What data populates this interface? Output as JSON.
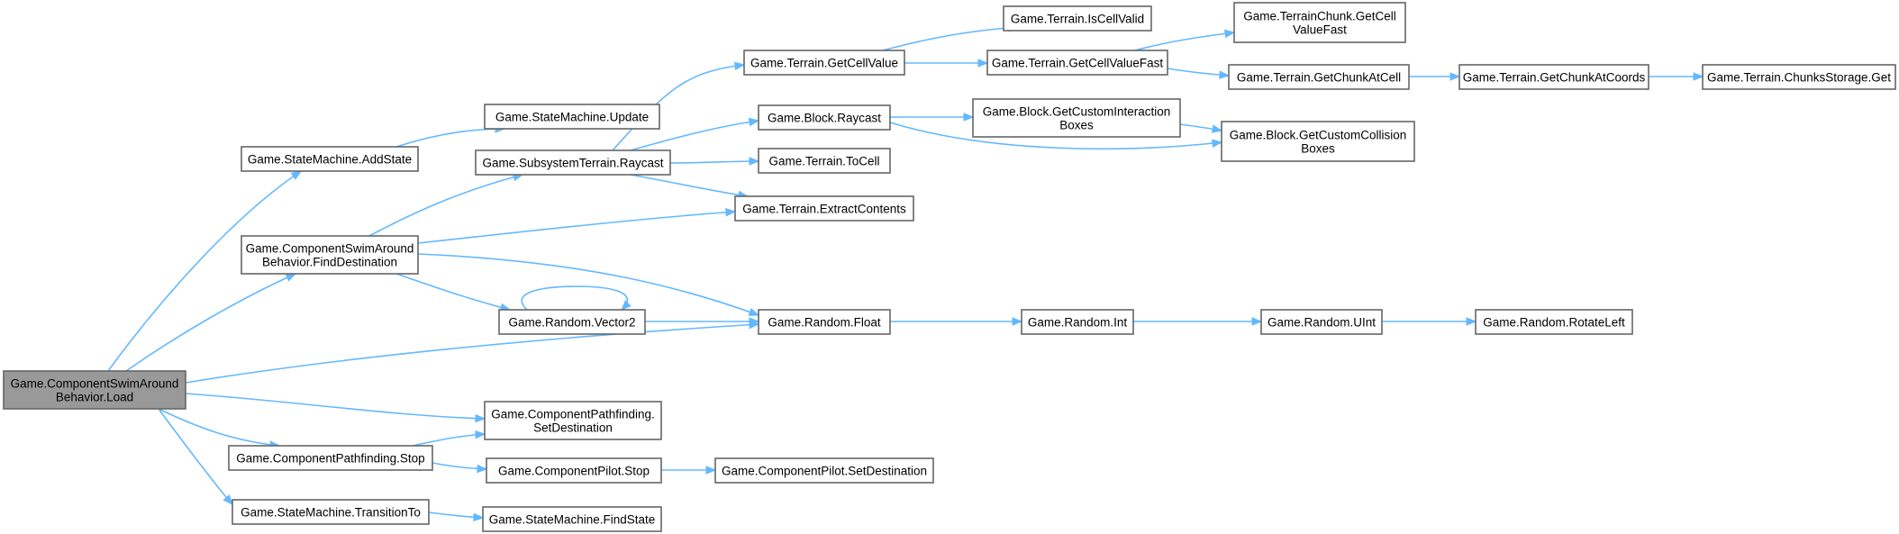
{
  "diagram": {
    "nodes": [
      {
        "id": "swim_load",
        "lines": [
          "Game.ComponentSwimAround",
          "Behavior.Load"
        ]
      },
      {
        "id": "sm_addstate",
        "lines": [
          "Game.StateMachine.AddState"
        ]
      },
      {
        "id": "swim_finddest",
        "lines": [
          "Game.ComponentSwimAround",
          "Behavior.FindDestination"
        ]
      },
      {
        "id": "pf_stop",
        "lines": [
          "Game.ComponentPathfinding.Stop"
        ]
      },
      {
        "id": "sm_transitionto",
        "lines": [
          "Game.StateMachine.TransitionTo"
        ]
      },
      {
        "id": "sm_update",
        "lines": [
          "Game.StateMachine.Update"
        ]
      },
      {
        "id": "st_raycast",
        "lines": [
          "Game.SubsystemTerrain.Raycast"
        ]
      },
      {
        "id": "rnd_vector2",
        "lines": [
          "Game.Random.Vector2"
        ]
      },
      {
        "id": "pf_setdest",
        "lines": [
          "Game.ComponentPathfinding.",
          "SetDestination"
        ]
      },
      {
        "id": "pilot_stop",
        "lines": [
          "Game.ComponentPilot.Stop"
        ]
      },
      {
        "id": "sm_findstate",
        "lines": [
          "Game.StateMachine.FindState"
        ]
      },
      {
        "id": "t_getcellvalue",
        "lines": [
          "Game.Terrain.GetCellValue"
        ]
      },
      {
        "id": "b_raycast",
        "lines": [
          "Game.Block.Raycast"
        ]
      },
      {
        "id": "t_tocell",
        "lines": [
          "Game.Terrain.ToCell"
        ]
      },
      {
        "id": "t_extract",
        "lines": [
          "Game.Terrain.ExtractContents"
        ]
      },
      {
        "id": "rnd_float",
        "lines": [
          "Game.Random.Float"
        ]
      },
      {
        "id": "pilot_setdest",
        "lines": [
          "Game.ComponentPilot.SetDestination"
        ]
      },
      {
        "id": "t_iscellvalid",
        "lines": [
          "Game.Terrain.IsCellValid"
        ]
      },
      {
        "id": "t_getcellvaluefast",
        "lines": [
          "Game.Terrain.GetCellValueFast"
        ]
      },
      {
        "id": "b_getcustominteraction",
        "lines": [
          "Game.Block.GetCustomInteraction",
          "Boxes"
        ]
      },
      {
        "id": "rnd_int",
        "lines": [
          "Game.Random.Int"
        ]
      },
      {
        "id": "tc_getcellvaluefast",
        "lines": [
          "Game.TerrainChunk.GetCell",
          "ValueFast"
        ]
      },
      {
        "id": "t_getchunkatcell",
        "lines": [
          "Game.Terrain.GetChunkAtCell"
        ]
      },
      {
        "id": "b_getcustomcollision",
        "lines": [
          "Game.Block.GetCustomCollision",
          "Boxes"
        ]
      },
      {
        "id": "rnd_uint",
        "lines": [
          "Game.Random.UInt"
        ]
      },
      {
        "id": "t_getchunkatcoords",
        "lines": [
          "Game.Terrain.GetChunkAtCoords"
        ]
      },
      {
        "id": "rnd_rotateleft",
        "lines": [
          "Game.Random.RotateLeft"
        ]
      },
      {
        "id": "t_chunksstorage_get",
        "lines": [
          "Game.Terrain.ChunksStorage.Get"
        ]
      }
    ],
    "edges": [
      {
        "from": "swim_load",
        "to": "sm_addstate"
      },
      {
        "from": "swim_load",
        "to": "swim_finddest"
      },
      {
        "from": "swim_load",
        "to": "rnd_float"
      },
      {
        "from": "swim_load",
        "to": "pf_setdest"
      },
      {
        "from": "swim_load",
        "to": "pf_stop"
      },
      {
        "from": "swim_load",
        "to": "sm_transitionto"
      },
      {
        "from": "sm_addstate",
        "to": "sm_update"
      },
      {
        "from": "swim_finddest",
        "to": "st_raycast"
      },
      {
        "from": "swim_finddest",
        "to": "t_extract"
      },
      {
        "from": "swim_finddest",
        "to": "rnd_float"
      },
      {
        "from": "swim_finddest",
        "to": "rnd_vector2"
      },
      {
        "from": "st_raycast",
        "to": "t_getcellvalue"
      },
      {
        "from": "st_raycast",
        "to": "b_raycast"
      },
      {
        "from": "st_raycast",
        "to": "t_tocell"
      },
      {
        "from": "st_raycast",
        "to": "t_extract"
      },
      {
        "from": "rnd_vector2",
        "to": "rnd_vector2"
      },
      {
        "from": "rnd_vector2",
        "to": "rnd_float"
      },
      {
        "from": "pf_stop",
        "to": "pf_setdest"
      },
      {
        "from": "pf_stop",
        "to": "pilot_stop"
      },
      {
        "from": "pilot_stop",
        "to": "pilot_setdest"
      },
      {
        "from": "sm_transitionto",
        "to": "sm_findstate"
      },
      {
        "from": "t_getcellvalue",
        "to": "t_iscellvalid"
      },
      {
        "from": "t_getcellvalue",
        "to": "t_getcellvaluefast"
      },
      {
        "from": "b_raycast",
        "to": "b_getcustominteraction"
      },
      {
        "from": "b_raycast",
        "to": "b_getcustomcollision"
      },
      {
        "from": "b_getcustominteraction",
        "to": "b_getcustomcollision"
      },
      {
        "from": "rnd_float",
        "to": "rnd_int"
      },
      {
        "from": "rnd_int",
        "to": "rnd_uint"
      },
      {
        "from": "rnd_uint",
        "to": "rnd_rotateleft"
      },
      {
        "from": "t_getcellvaluefast",
        "to": "tc_getcellvaluefast"
      },
      {
        "from": "t_getcellvaluefast",
        "to": "t_getchunkatcell"
      },
      {
        "from": "t_getchunkatcell",
        "to": "t_getchunkatcoords"
      },
      {
        "from": "t_getchunkatcoords",
        "to": "t_chunksstorage_get"
      }
    ],
    "colors": {
      "edge": "#63b8ff",
      "node_border": "#666666",
      "root_fill": "#999999",
      "node_fill": "#ffffff",
      "text": "#000000"
    }
  }
}
